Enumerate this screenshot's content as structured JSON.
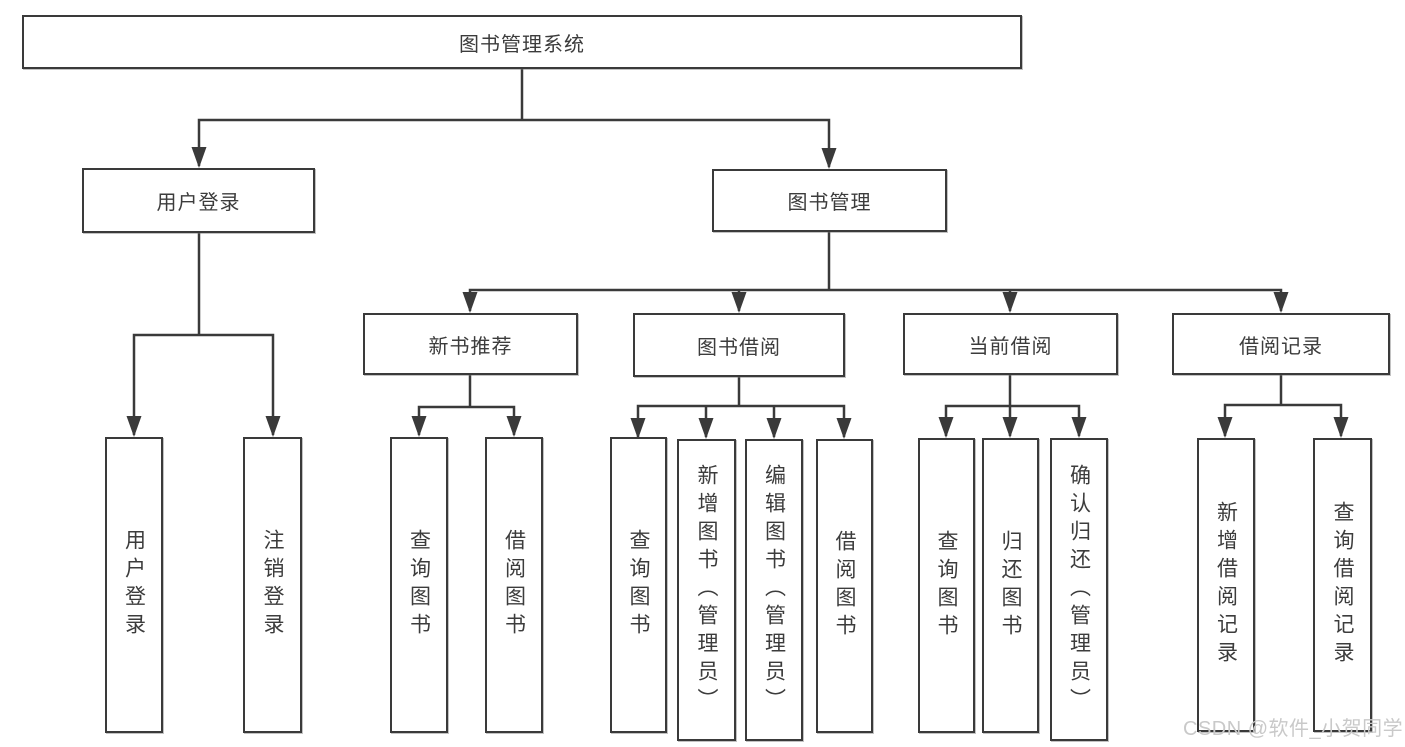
{
  "nodes": {
    "root": "图书管理系统",
    "user_login": "用户登录",
    "book_mgmt": "图书管理",
    "new_book_rec": "新书推荐",
    "book_borrow": "图书借阅",
    "current_borrow": "当前借阅",
    "borrow_record": "借阅记录",
    "leaf_user_login": "用户登录",
    "leaf_logout": "注销登录",
    "leaf_nbr_query": "查询图书",
    "leaf_nbr_borrow": "借阅图书",
    "leaf_bb_query": "查询图书",
    "leaf_bb_add": "新增图书（管理员）",
    "leaf_bb_edit": "编辑图书（管理员）",
    "leaf_bb_borrow": "借阅图书",
    "leaf_cb_query": "查询图书",
    "leaf_cb_return": "归还图书",
    "leaf_cb_confirm": "确认归还（管理员）",
    "leaf_br_add": "新增借阅记录",
    "leaf_br_query": "查询借阅记录"
  },
  "hierarchy": {
    "图书管理系统": {
      "用户登录": [
        "用户登录",
        "注销登录"
      ],
      "图书管理": {
        "新书推荐": [
          "查询图书",
          "借阅图书"
        ],
        "图书借阅": [
          "查询图书",
          "新增图书（管理员）",
          "编辑图书（管理员）",
          "借阅图书"
        ],
        "当前借阅": [
          "查询图书",
          "归还图书",
          "确认归还（管理员）"
        ],
        "借阅记录": [
          "新增借阅记录",
          "查询借阅记录"
        ]
      }
    }
  },
  "watermark": "CSDN @软件_小贺同学",
  "colors": {
    "line": "#3a3a3a",
    "box_border": "#3a3a3a",
    "box_fill": "#ffffff",
    "text": "#3c3c3c",
    "watermark": "#c9c9c9",
    "background": "#ffffff"
  }
}
